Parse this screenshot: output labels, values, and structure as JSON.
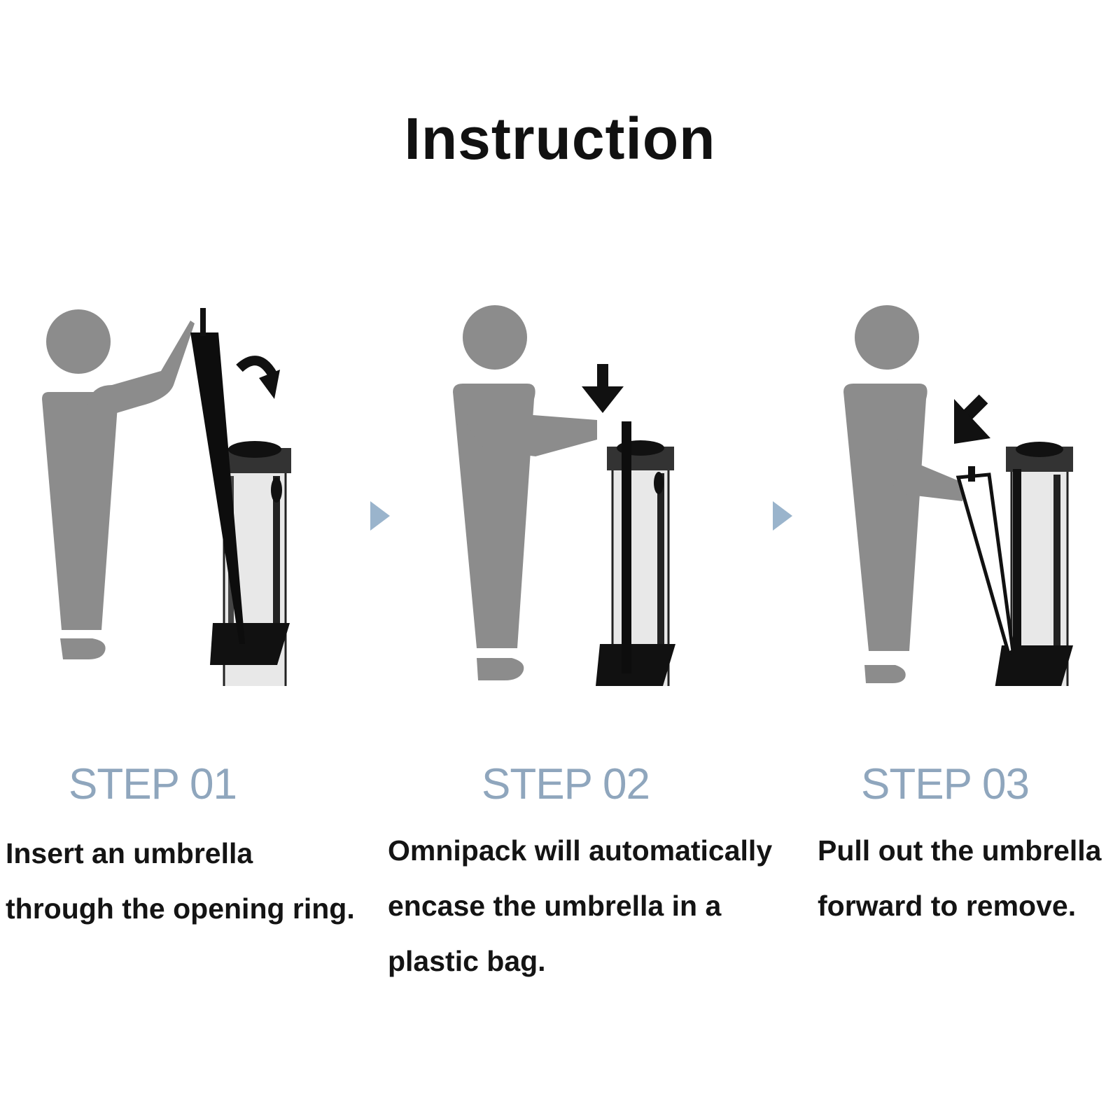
{
  "title": "Instruction",
  "colors": {
    "figure": "#8c8c8c",
    "step_label": "#8fa6bd",
    "nav_arrow": "#9ab4cc",
    "ink": "#111111"
  },
  "steps": [
    {
      "label": "STEP 01",
      "description": "Insert an umbrella\nthrough the opening ring."
    },
    {
      "label": "STEP 02",
      "description": "Omnipack will automatically\nencase the umbrella in a\nplastic bag."
    },
    {
      "label": "STEP 03",
      "description": "Pull out the umbrella\nforward to remove."
    }
  ],
  "icons": [
    "person-figure",
    "umbrella-wrapping-stand",
    "rotate-arrow-icon",
    "down-arrow-icon",
    "diagonal-arrow-icon",
    "next-triangle-icon"
  ]
}
